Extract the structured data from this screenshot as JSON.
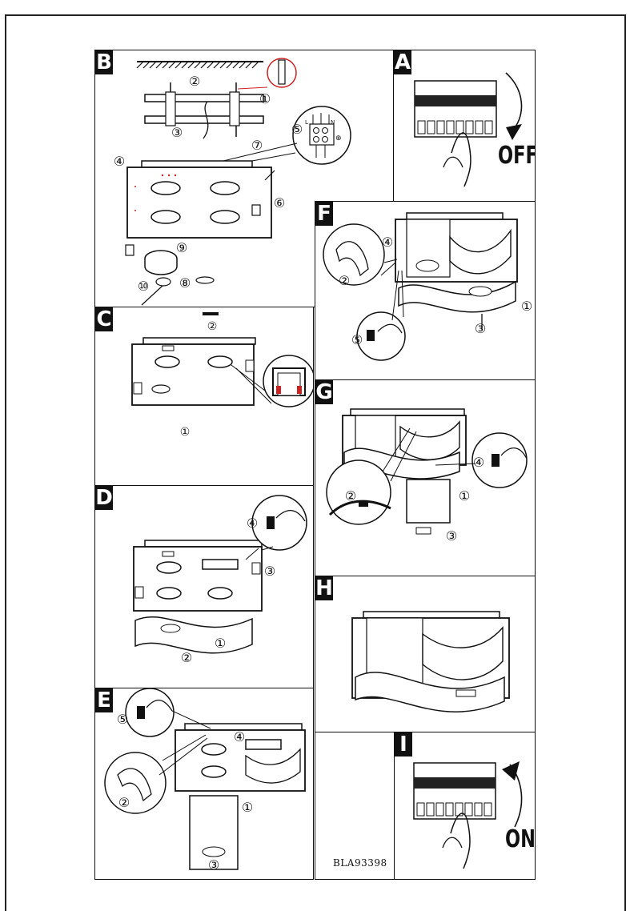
{
  "panels": {
    "B": {
      "letter": "B",
      "steps": [
        "①",
        "②",
        "③",
        "④",
        "⑤",
        "⑥",
        "⑦",
        "⑧",
        "⑨",
        "⑩"
      ],
      "terminal": {
        "l": "L",
        "n": "N",
        "earth": "⊕"
      }
    },
    "A": {
      "letter": "A",
      "switch_label": "OFF"
    },
    "C": {
      "letter": "C",
      "steps": [
        "①",
        "②"
      ]
    },
    "F": {
      "letter": "F",
      "steps": [
        "①",
        "②",
        "③",
        "④",
        "⑤"
      ]
    },
    "D": {
      "letter": "D",
      "steps": [
        "①",
        "②",
        "③",
        "④"
      ]
    },
    "G": {
      "letter": "G",
      "steps": [
        "①",
        "②",
        "③",
        "④"
      ]
    },
    "H": {
      "letter": "H"
    },
    "E": {
      "letter": "E",
      "steps": [
        "①",
        "②",
        "③",
        "④",
        "⑤"
      ]
    },
    "I": {
      "letter": "I",
      "switch_label": "ON"
    }
  },
  "document_code": "BLA93398"
}
